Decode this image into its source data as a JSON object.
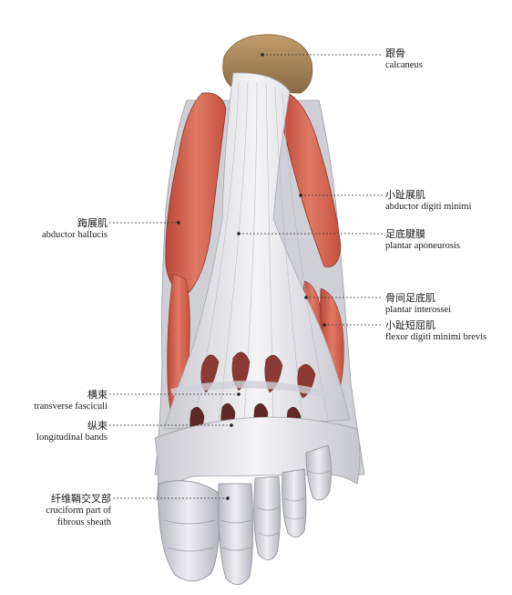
{
  "labels": {
    "calcaneus": {
      "cn": "跟骨",
      "en": "calcaneus"
    },
    "abductor_digiti_minimi": {
      "cn": "小趾展肌",
      "en": "abductor digiti minimi"
    },
    "abductor_hallucis": {
      "cn": "踇展肌",
      "en": "abductor hallucis"
    },
    "plantar_aponeurosis": {
      "cn": "足底腱膜",
      "en": "plantar aponeurosis"
    },
    "plantar_interossei": {
      "cn": "骨间足底肌",
      "en": "plantar interossei"
    },
    "flexor_digiti_minimi_brevis": {
      "cn": "小趾短屈肌",
      "en": "flexor digiti minimi brevis"
    },
    "transverse_fasciculi": {
      "cn": "横束",
      "en": "transverse fasciculi"
    },
    "longitudinal_bands": {
      "cn": "纵束",
      "en": "longitudinal bands"
    },
    "cruciform_part": {
      "cn": "纤维鞘交叉部",
      "en": "cruciform part of",
      "en2": "fibrous sheath"
    }
  },
  "colors": {
    "muscle": "#d4634f",
    "tendon": "#e6e6ea",
    "bone": "#a8845a",
    "leader": "#333333"
  }
}
